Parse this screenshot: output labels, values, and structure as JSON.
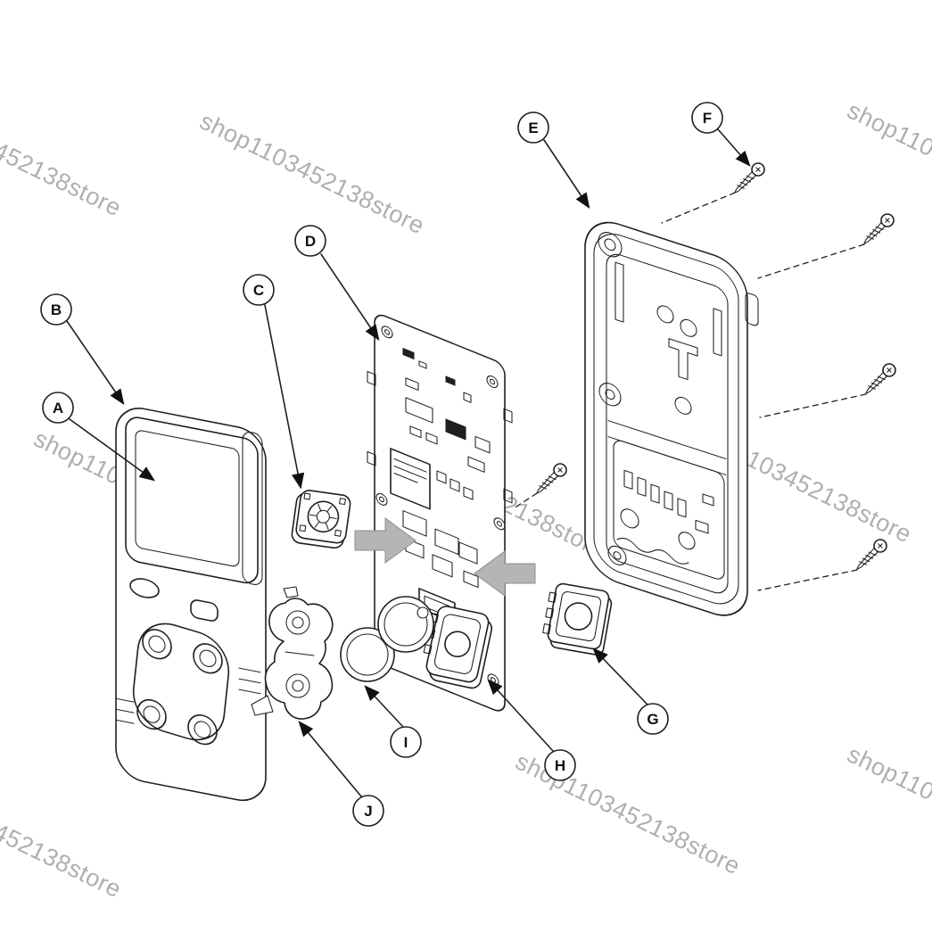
{
  "watermark": {
    "text": "shop1103452138store"
  },
  "colors": {
    "background": "#ffffff",
    "line": "#1f1f1f",
    "watermark": "#9c9c9c",
    "arrow_fill": "#b5b5b5"
  },
  "callouts": [
    {
      "letter": "A"
    },
    {
      "letter": "B"
    },
    {
      "letter": "C"
    },
    {
      "letter": "D"
    },
    {
      "letter": "E"
    },
    {
      "letter": "F"
    },
    {
      "letter": "G"
    },
    {
      "letter": "H"
    },
    {
      "letter": "I"
    },
    {
      "letter": "J"
    }
  ]
}
